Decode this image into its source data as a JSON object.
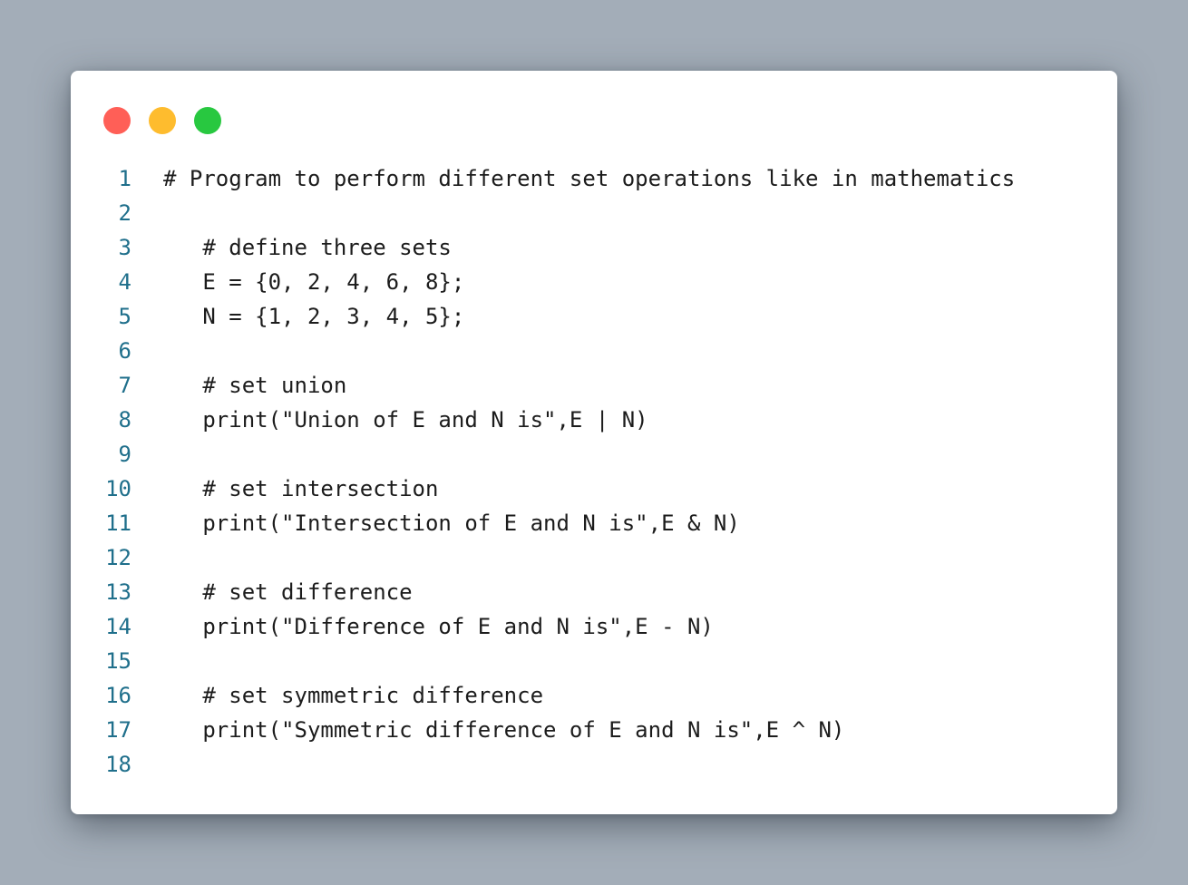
{
  "window": {
    "controls": {
      "close_color": "#ff5f57",
      "minimize_color": "#febc2e",
      "maximize_color": "#28c840"
    }
  },
  "code": {
    "lines": [
      {
        "number": "1",
        "text": "# Program to perform different set operations like in mathematics"
      },
      {
        "number": "2",
        "text": ""
      },
      {
        "number": "3",
        "text": "   # define three sets"
      },
      {
        "number": "4",
        "text": "   E = {0, 2, 4, 6, 8};"
      },
      {
        "number": "5",
        "text": "   N = {1, 2, 3, 4, 5};"
      },
      {
        "number": "6",
        "text": ""
      },
      {
        "number": "7",
        "text": "   # set union"
      },
      {
        "number": "8",
        "text": "   print(\"Union of E and N is\",E | N)"
      },
      {
        "number": "9",
        "text": ""
      },
      {
        "number": "10",
        "text": "   # set intersection"
      },
      {
        "number": "11",
        "text": "   print(\"Intersection of E and N is\",E & N)"
      },
      {
        "number": "12",
        "text": ""
      },
      {
        "number": "13",
        "text": "   # set difference"
      },
      {
        "number": "14",
        "text": "   print(\"Difference of E and N is\",E - N)"
      },
      {
        "number": "15",
        "text": ""
      },
      {
        "number": "16",
        "text": "   # set symmetric difference"
      },
      {
        "number": "17",
        "text": "   print(\"Symmetric difference of E and N is\",E ^ N)"
      },
      {
        "number": "18",
        "text": ""
      }
    ]
  }
}
